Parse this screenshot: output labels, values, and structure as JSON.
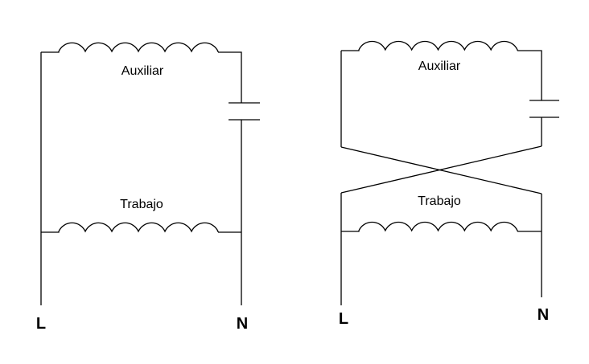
{
  "circuits": [
    {
      "auxiliary_label": "Auxiliar",
      "working_label": "Trabajo",
      "line_label": "L",
      "neutral_label": "N",
      "crossed": false
    },
    {
      "auxiliary_label": "Auxiliar",
      "working_label": "Trabajo",
      "line_label": "L",
      "neutral_label": "N",
      "crossed": true
    }
  ],
  "colors": {
    "wire": "#000000",
    "background": "#ffffff"
  }
}
